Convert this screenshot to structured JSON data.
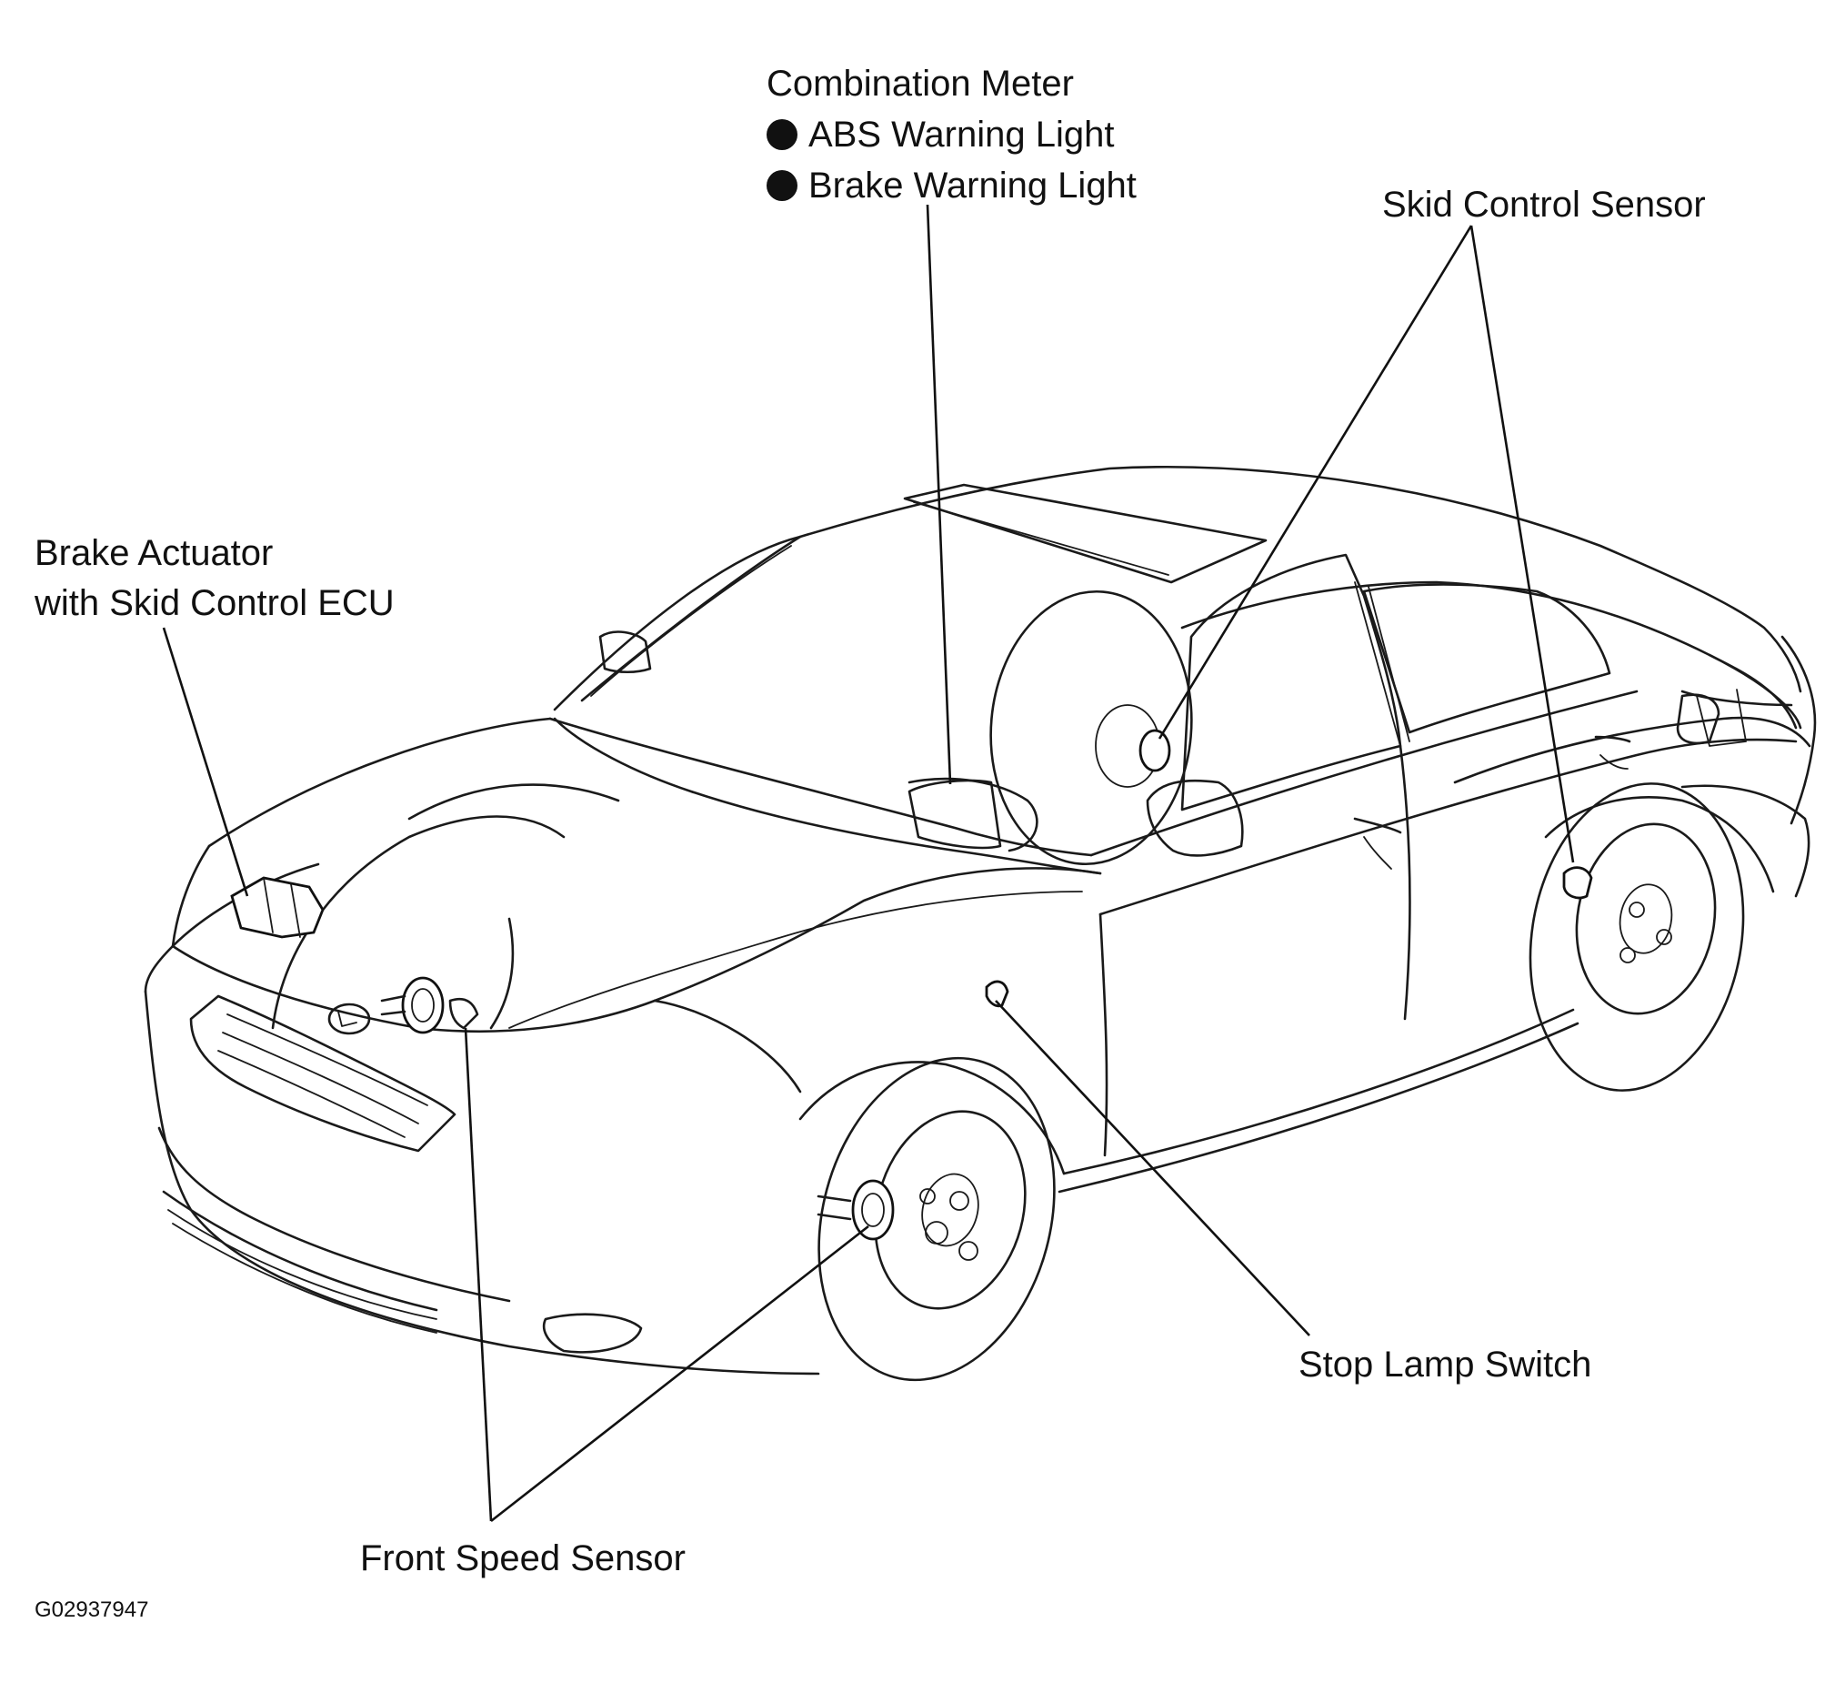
{
  "labels": {
    "combination_meter": "Combination Meter",
    "abs_warning_light": "ABS Warning Light",
    "brake_warning_light": "Brake Warning Light",
    "skid_control_sensor": "Skid Control Sensor",
    "brake_actuator_line1": "Brake Actuator",
    "brake_actuator_line2": "with Skid Control ECU",
    "stop_lamp_switch": "Stop Lamp Switch",
    "front_speed_sensor": "Front Speed Sensor",
    "figure_code": "G02937947"
  },
  "colors": {
    "line": "#1a1a1a",
    "background": "#ffffff"
  }
}
